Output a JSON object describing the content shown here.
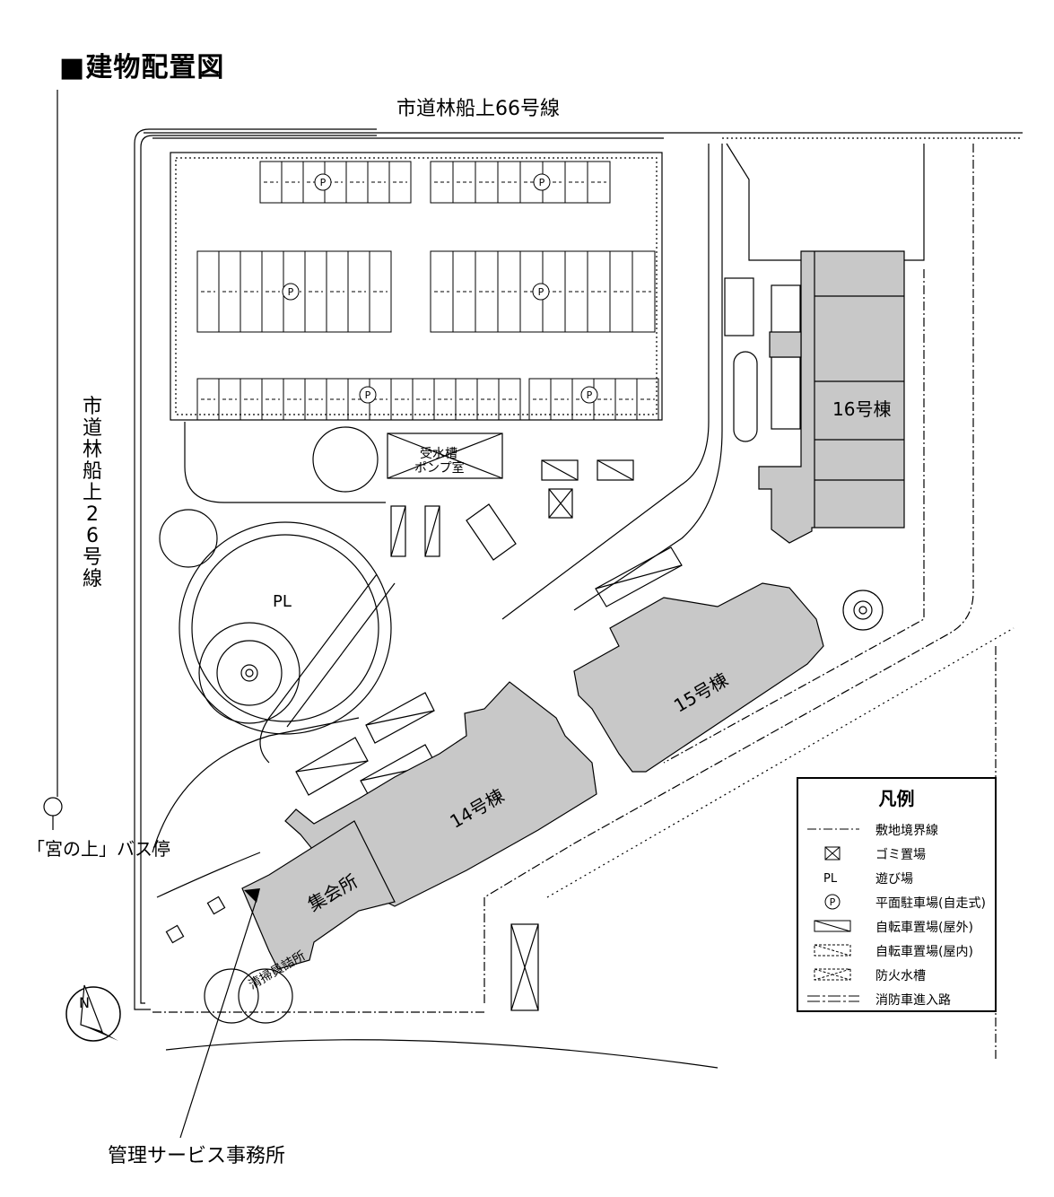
{
  "title": "■建物配置図",
  "roads": {
    "north": "市道林船上66号線",
    "west": "市道林船上26号線"
  },
  "buildings": {
    "b16": "16号棟",
    "b15": "15号棟",
    "b14": "14号棟",
    "hall": "集会所",
    "cleaners": "清掃員詰所",
    "pump_line1": "受水槽",
    "pump_line2": "ポンプ室"
  },
  "areas": {
    "playground": "PL",
    "parking_symbol": "P"
  },
  "callouts": {
    "bus_stop": "「宮の上」バス停",
    "office": "管理サービス事務所"
  },
  "compass": "N",
  "legend": {
    "title": "凡例",
    "items": [
      {
        "symbol": "boundary-line",
        "label": "敷地境界線"
      },
      {
        "symbol": "garbage-box",
        "label": "ゴミ置場"
      },
      {
        "symbol": "pl-text",
        "label": "遊び場",
        "glyph": "PL"
      },
      {
        "symbol": "parking-circle",
        "label": "平面駐車場(自走式)",
        "glyph": "P"
      },
      {
        "symbol": "bike-outdoor",
        "label": "自転車置場(屋外)"
      },
      {
        "symbol": "bike-indoor",
        "label": "自転車置場(屋内)"
      },
      {
        "symbol": "fire-tank",
        "label": "防火水槽"
      },
      {
        "symbol": "fire-route",
        "label": "消防車進入路"
      }
    ]
  },
  "colors": {
    "building_fill": "#c8c8c8",
    "line": "#000000"
  }
}
